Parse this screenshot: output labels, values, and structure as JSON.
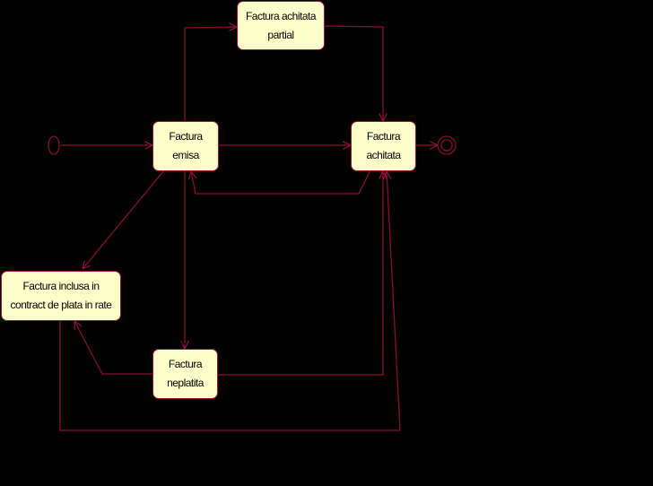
{
  "colors": {
    "line": "#8b0a3a",
    "state_fill": "#ffffcc",
    "background": "#000000"
  },
  "states": {
    "partial": {
      "line1": "Factura achitata",
      "line2": "partial"
    },
    "emisa": {
      "line1": "Factura",
      "line2": "emisa"
    },
    "achitata": {
      "line1": "Factura",
      "line2": "achitata"
    },
    "indusa": {
      "line1": "Factura inclusa in",
      "line2": "contract de plata in rate"
    },
    "neplatita": {
      "line1": "Factura",
      "line2": "neplatita"
    }
  }
}
